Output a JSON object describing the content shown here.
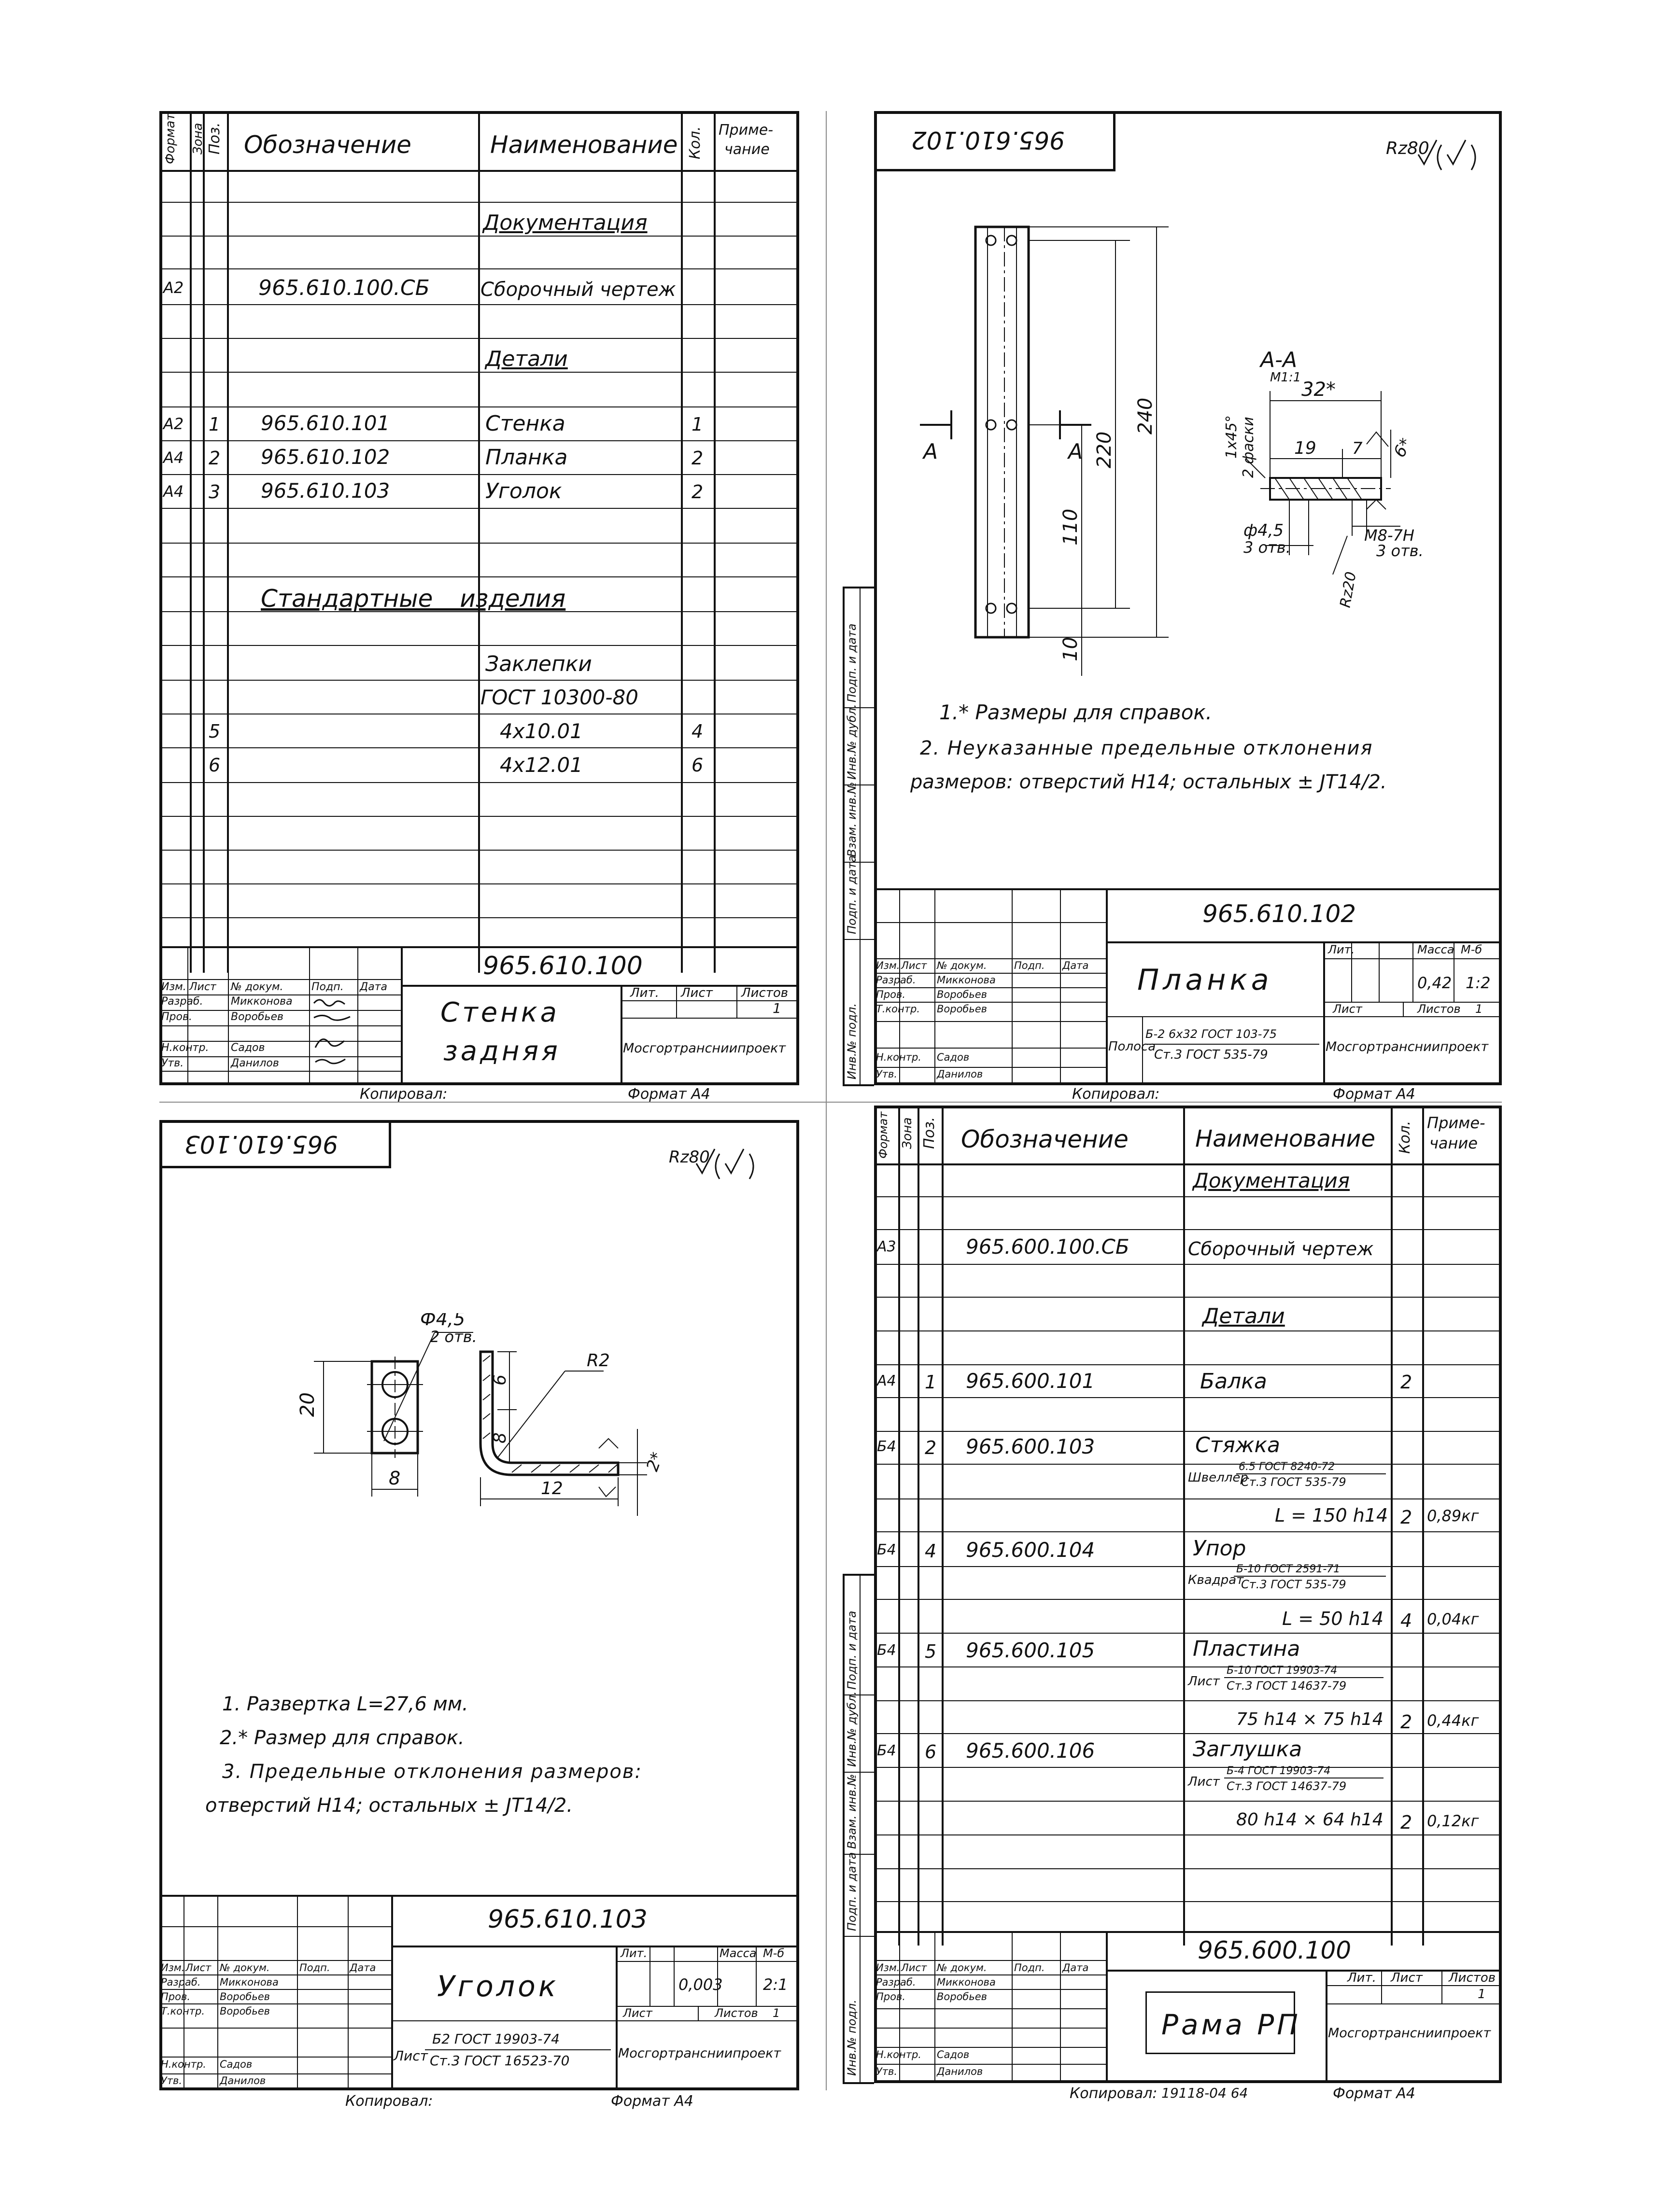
{
  "q1": {
    "hdr": {
      "format": "Формат",
      "zone": "Зона",
      "pos": "Поз.",
      "designation": "Обозначение",
      "name": "Наименование",
      "qty": "Кол.",
      "note1": "Приме-",
      "note2": "чание"
    },
    "section_docs": "Документация",
    "assy_fmt": "А2",
    "assy_code": "965.610.100.СБ",
    "assy_name": "Сборочный чертеж",
    "section_parts": "Детали",
    "parts": [
      {
        "fmt": "А2",
        "pos": "1",
        "code": "965.610.101",
        "name": "Стенка",
        "qty": "1"
      },
      {
        "fmt": "А4",
        "pos": "2",
        "code": "965.610.102",
        "name": "Планка",
        "qty": "2"
      },
      {
        "fmt": "А4",
        "pos": "3",
        "code": "965.610.103",
        "name": "Уголок",
        "qty": "2"
      }
    ],
    "section_std": "Стандартные изделия",
    "std_name1": "Заклепки",
    "std_name2": "ГОСТ 10300-80",
    "std": [
      {
        "pos": "5",
        "name": "4х10.01",
        "qty": "4"
      },
      {
        "pos": "6",
        "name": "4х12.01",
        "qty": "6"
      }
    ],
    "code": "965.610.100",
    "title1": "Стенка",
    "title2": "задняя",
    "lit": "Лит.",
    "sheet": "Лист",
    "sheets": "Листов",
    "sheets_val": "1",
    "org": "Мосгортрансниипроект"
  },
  "common": {
    "izm": "Изм.",
    "list": "Лист",
    "ndok": "№ докум.",
    "podp": "Подп.",
    "data": "Дата",
    "razrab": "Разраб.",
    "razrab_name": "Микконова",
    "prov": "Пров.",
    "prov_name": "Воробьев",
    "tkontr": "Т.контр.",
    "nkontr": "Н.контр.",
    "nkontr_name": "Садов",
    "utv": "Утв.",
    "utv_name": "Данилов",
    "kopir": "Копировал:",
    "format": "Формат А4",
    "side": [
      "Инв.№ подл.",
      "Подп. и дата",
      "Взам. инв.№",
      "Инв.№ дубл.",
      "Подп. и дата"
    ],
    "massa": "Масса",
    "masshtab": "М-б",
    "org": "Мосгортранснииnроект"
  },
  "q2": {
    "stamp": "965.610.102",
    "roughness": "Rz80",
    "section_label": "А-А",
    "section_scale": "М1:1",
    "cut": "А",
    "dims": {
      "d220": "220",
      "d240": "240",
      "d110": "110",
      "d10": "10",
      "d32": "32*",
      "d19": "19",
      "d7": "7",
      "d6": "6*",
      "chamfer1": "1х45°",
      "chamfer2": "2 фаски",
      "hole": "ф4,5",
      "hole_n": "3 отв.",
      "thread": "М8-7Н",
      "thread_n": "3 отв.",
      "rz20": "Rz20"
    },
    "note1": "1.* Размеры для справок.",
    "note2": "2. Неуказанные предельные отклонения",
    "note3": "размеров: отверстий Н14; остальных ± JT14/2.",
    "code": "965.610.102",
    "title": "Планка",
    "mass": "0,42",
    "scale": "1:2",
    "mat_pre": "Полоса",
    "mat_top": "Б-2 6х32 ГОСТ 103-75",
    "mat_bot": "Ст.3 ГОСТ 535-79"
  },
  "q3": {
    "stamp": "965.610.103",
    "roughness": "Rz80",
    "dims": {
      "hole": "Ф4,5",
      "hole_n": "2 отв.",
      "d20": "20",
      "d8w": "8",
      "d6": "6",
      "d8": "8",
      "d12": "12",
      "r2": "R2",
      "d2": "2*"
    },
    "note1": "1. Развертка L=27,6 мм.",
    "note2": "2.* Размер для справок.",
    "note3": "3. Предельные отклонения размеров:",
    "note4": "отверстий Н14; остальных ± JT14/2.",
    "code": "965.610.103",
    "title": "Уголок",
    "mass": "0,003",
    "scale": "2:1",
    "mat_pre": "Лист",
    "mat_top": "Б2 ГОСТ 19903-74",
    "mat_bot": "Ст.3 ГОСТ 16523-70"
  },
  "q4": {
    "section_docs": "Документация",
    "assy_fmt": "А3",
    "assy_code": "965.600.100.СБ",
    "assy_name": "Сборочный чертеж",
    "section_parts": "Детали",
    "rows": [
      {
        "fmt": "А4",
        "pos": "1",
        "code": "965.600.101",
        "name": "Балка",
        "qty": "2",
        "note": ""
      },
      {
        "fmt": "Б4",
        "pos": "2",
        "code": "965.600.103",
        "name": "Стяжка",
        "qty": "",
        "note": ""
      },
      {
        "fmt": "",
        "pos": "4",
        "code": "965.600.104",
        "name": "Упор",
        "qty": "",
        "note": ""
      },
      {
        "fmt": "Б4",
        "pos": "5",
        "code": "965.600.105",
        "name": "Пластина",
        "qty": "",
        "note": ""
      },
      {
        "fmt": "Б4",
        "pos": "6",
        "code": "965.600.106",
        "name": "Заглушка",
        "qty": "",
        "note": ""
      }
    ],
    "r2_pre": "Швеллер",
    "r2_top": "6.5 ГОСТ 8240-72",
    "r2_bot": "Ст.3 ГОСТ 535-79",
    "r2_len": "L = 150 h14",
    "r2_qty": "2",
    "r2_note": "0,89кг",
    "r4_fmt": "Б4",
    "r4_pre": "Квадрат",
    "r4_top": "Б-10 ГОСТ 2591-71",
    "r4_bot": "Ст.3 ГОСТ 535-79",
    "r4_len": "L = 50 h14",
    "r4_qty": "4",
    "r4_note": "0,04кг",
    "r5_pre": "Лист",
    "r5_top": "Б-10 ГОСТ 19903-74",
    "r5_bot": "Ст.3 ГОСТ 14637-79",
    "r5_len": "75 h14 × 75 h14",
    "r5_qty": "2",
    "r5_note": "0,44кг",
    "r6_pre": "Лист",
    "r6_top": "Б-4 ГОСТ 19903-74",
    "r6_bot": "Ст.3 ГОСТ 14637-79",
    "r6_len": "80 h14 × 64 h14",
    "r6_qty": "2",
    "r6_note": "0,12кг",
    "code": "965.600.100",
    "title": "Рама РП",
    "copy_extra": "19118-04   64"
  }
}
